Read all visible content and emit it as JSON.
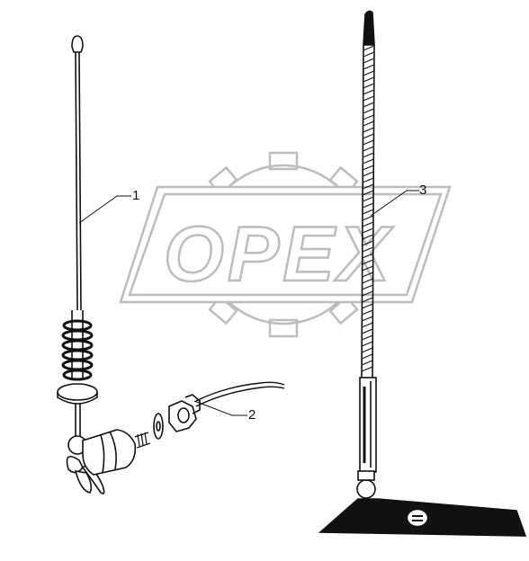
{
  "watermark": {
    "text": "OPEX"
  },
  "callouts": [
    {
      "id": "1",
      "label": "1"
    },
    {
      "id": "2",
      "label": "2"
    },
    {
      "id": "3",
      "label": "3"
    }
  ],
  "colors": {
    "line": "#111111",
    "watermark": "#bdbdbd",
    "background": "#ffffff"
  }
}
